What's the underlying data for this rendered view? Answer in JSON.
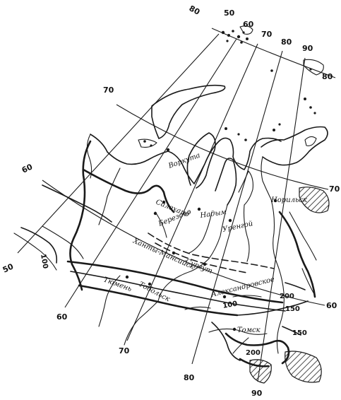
{
  "longitude_labels": {
    "top_80": "80",
    "top_50": "50",
    "top_60": "60",
    "top_70": "70",
    "top_80b": "80",
    "top_90": "90",
    "bottom_60": "60",
    "bottom_70": "70",
    "bottom_80": "80",
    "bottom_90": "90",
    "left_50": "50"
  },
  "latitude_labels": {
    "lat80_right": "80",
    "lat70_left": "70",
    "lat70_right": "70",
    "lat60_left": "60",
    "lat60_right": "60"
  },
  "isoline_labels": {
    "i100_left": "100",
    "i100_mid": "100",
    "i200_right": "200",
    "i150_right": "150",
    "i150_low": "150",
    "i200_low": "200"
  },
  "places": {
    "vorkuta": "Воркута",
    "salekhard": "Салехард",
    "nadym": "Надым",
    "urengoy": "Уренгой",
    "norilsk": "Норильск",
    "berezovo": "Березово",
    "khanty": "Ханты-Мансийск",
    "surgut": "Сургут",
    "tyumen": "Тюмень",
    "tobolsk": "Тобольск",
    "aleksandrovskoe": "Александровское",
    "tomsk": "Томск"
  },
  "colors": {
    "ink": "#1a1a1a",
    "paper": "#ffffff"
  }
}
